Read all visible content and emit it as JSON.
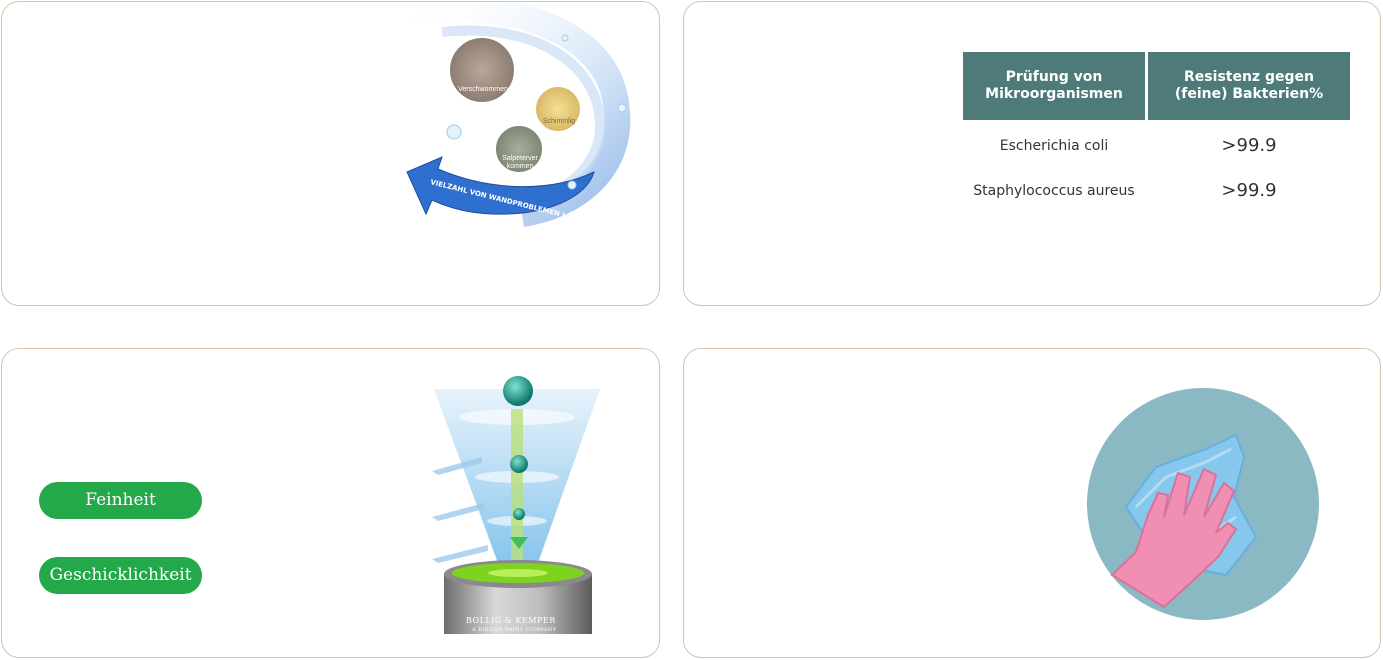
{
  "swirl": {
    "circle_1_label": "Verschwommen",
    "circle_2_label": "Schimmlig",
    "circle_3_label_line1": "Salpeterver",
    "circle_3_label_line2": "kommen",
    "arrow_text": "VIELZAHL VON WANDPROBLEMEN LÖSEN"
  },
  "table": {
    "headers": [
      "Prüfung von Mikroorganismen",
      "Resistenz gegen (feine) Bakterien%"
    ],
    "rows": [
      [
        "Escherichia coli",
        ">99.9"
      ],
      [
        "Staphylococcus aureus",
        ">99.9"
      ]
    ]
  },
  "pills": {
    "fineness": "Feinheit",
    "dexterity": "Geschicklichkeit"
  },
  "can": {
    "brand": "BOLLIG & KEMPER",
    "sub": "A BIRDON PAINT COMPANY"
  },
  "colors": {
    "border": "#d8c4ad",
    "table_header": "#4e7a7a",
    "pill_green": "#23a84a",
    "glove_bg": "#8ab9c4",
    "arrow_blue": "#2f6fd0"
  }
}
